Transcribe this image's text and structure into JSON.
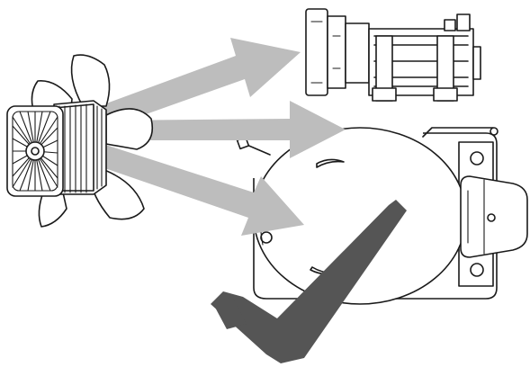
{
  "colors": {
    "background": "#ffffff",
    "line": "#1a1a1a",
    "arrow": "#bdbdbd",
    "checkmark": "#555555"
  },
  "icons": {
    "source": "fan-motor-icon",
    "target_top": "electric-motor-icon",
    "target_bottom": "refrigeration-compressor-icon",
    "marker": "checkmark-icon"
  },
  "arrows": [
    {
      "from": "fan-motor",
      "to": "electric-motor"
    },
    {
      "from": "fan-motor",
      "to": "refrigeration-compressor"
    },
    {
      "from": "fan-motor",
      "to": "refrigeration-compressor"
    }
  ]
}
